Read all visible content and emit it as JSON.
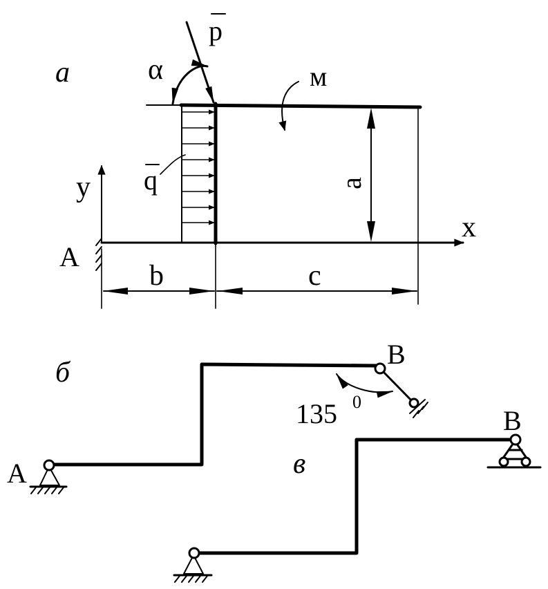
{
  "labels": {
    "panel_a": "а",
    "panel_b": "б",
    "panel_v": "в",
    "alpha": "α",
    "force_p": "p",
    "moment_m": "м",
    "load_q": "q",
    "axis_y": "y",
    "axis_x": "x",
    "point_a_top": "A",
    "point_a_bottom": "A",
    "dim_a": "a",
    "dim_b": "b",
    "dim_c": "c",
    "point_b_mid": "B",
    "point_b_right": "B",
    "angle_value": "135",
    "angle_degree": "0"
  }
}
